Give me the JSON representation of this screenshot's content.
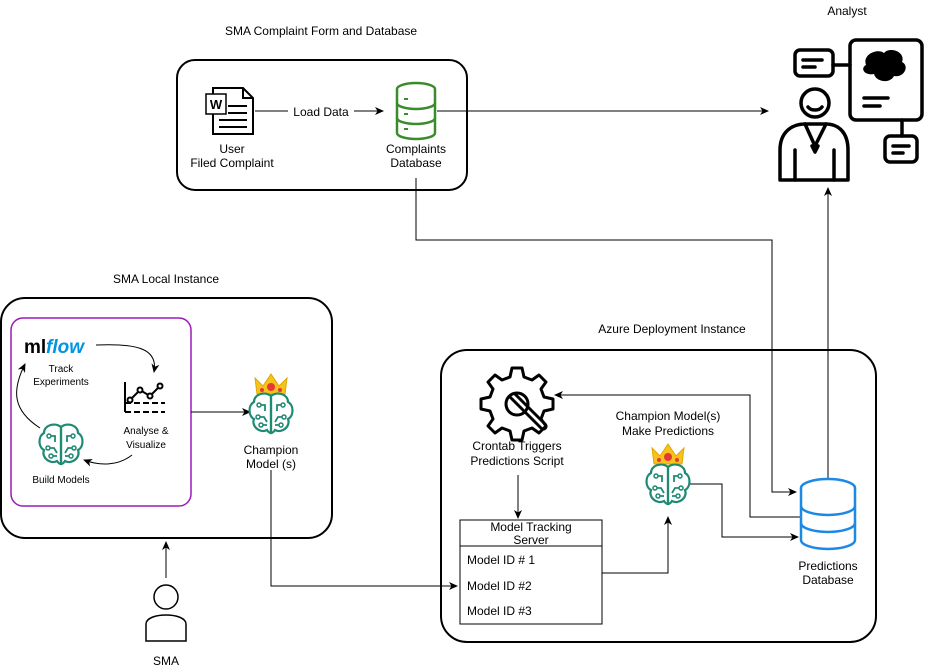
{
  "groups": {
    "complaint_form": "SMA Complaint Form and Database",
    "local_instance": "SMA Local Instance",
    "azure_instance": "Azure Deployment Instance"
  },
  "actors": {
    "analyst": "Analyst",
    "sma": "SMA"
  },
  "nodes": {
    "user_complaint": [
      "User",
      "Filed Complaint"
    ],
    "complaints_db": [
      "Complaints",
      "Database"
    ],
    "load_data": "Load Data",
    "mlflow_logo": [
      "ml",
      "flow"
    ],
    "track_experiments": [
      "Track",
      "Experiments"
    ],
    "analyse_visualize": [
      "Analyse &",
      "Visualize"
    ],
    "build_models": "Build Models",
    "champion_model": [
      "Champion",
      "Model (s)"
    ],
    "crontab": [
      "Crontab Triggers",
      "Predictions Script"
    ],
    "champion_predict": [
      "Champion Model(s)",
      "Make Predictions"
    ],
    "predictions_db": [
      "Predictions",
      "Database"
    ]
  },
  "tracking_server": {
    "title": [
      "Model Tracking",
      "Server"
    ],
    "rows": [
      "Model ID # 1",
      "Model ID #2",
      "Model ID #3"
    ]
  },
  "colors": {
    "stroke": "#000000",
    "mlflow_box": "#9c1ab8",
    "db_green": "#3a8b2c",
    "db_blue": "#1e88e5",
    "brain_teal": "#1f8a74",
    "crown_gold": "#f7c21b",
    "crown_red": "#e53935",
    "word_blue": "#2b579a",
    "mlflow_blue": "#0194e2"
  }
}
